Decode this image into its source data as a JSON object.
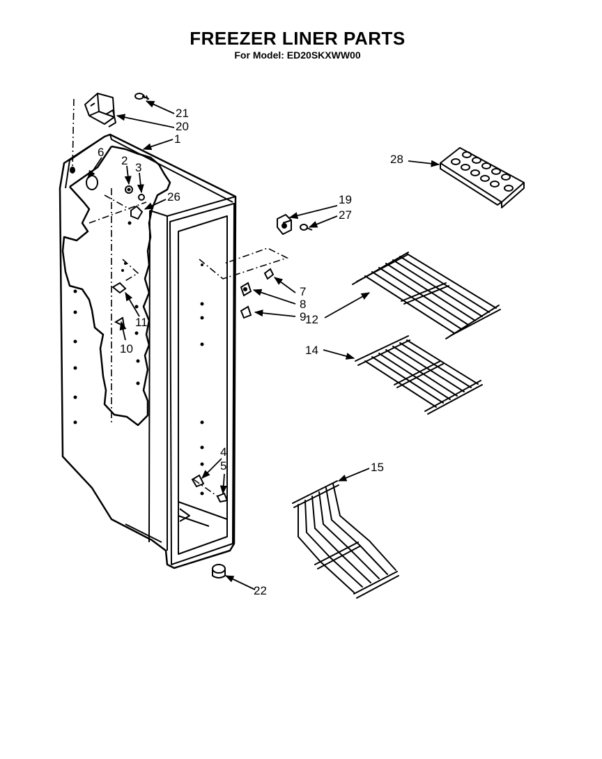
{
  "header": {
    "title": "FREEZER LINER PARTS",
    "subtitle": "For Model: ED20SKXWW00"
  },
  "callouts": {
    "c1": "1",
    "c2": "2",
    "c3": "3",
    "c4": "4",
    "c5": "5",
    "c6": "6",
    "c7": "7",
    "c8": "8",
    "c9": "9",
    "c10": "10",
    "c11": "11",
    "c12": "12",
    "c14": "14",
    "c15": "15",
    "c19": "19",
    "c20": "20",
    "c21": "21",
    "c22": "22",
    "c26": "26",
    "c27": "27",
    "c28": "28"
  }
}
